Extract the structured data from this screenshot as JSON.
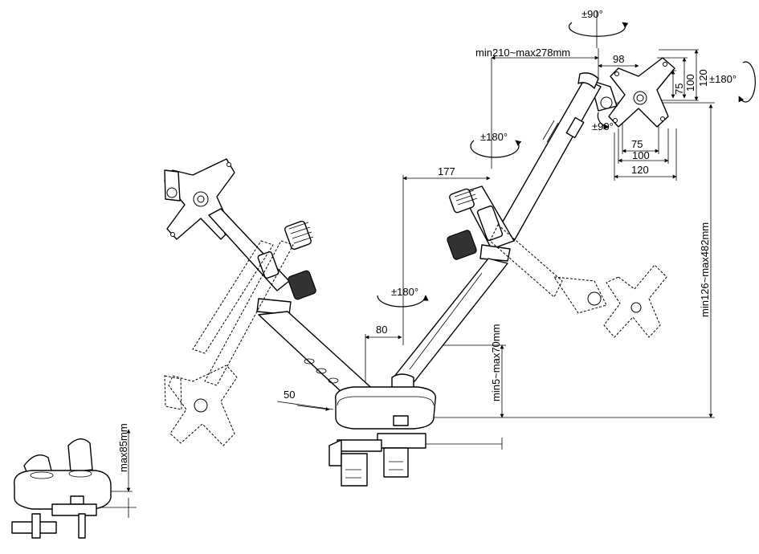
{
  "labels": {
    "rot_top": "±90°",
    "arm_reach": "min210~max278mm",
    "vesa_offset": "98",
    "rot_right": "±180°",
    "vesa_h_120": "120",
    "vesa_h_100": "100",
    "vesa_h_75": "75",
    "vesa_w_75": "75",
    "vesa_w_100": "100",
    "vesa_w_120": "120",
    "tilt": "±90°",
    "rot_mid": "±180°",
    "upper_reach": "177",
    "pole_height": "min126~max482mm",
    "rot_base": "±180°",
    "base_offset": "80",
    "base_height": "min5~max70mm",
    "clamp_width": "50",
    "clamp_height": "max85mm"
  }
}
